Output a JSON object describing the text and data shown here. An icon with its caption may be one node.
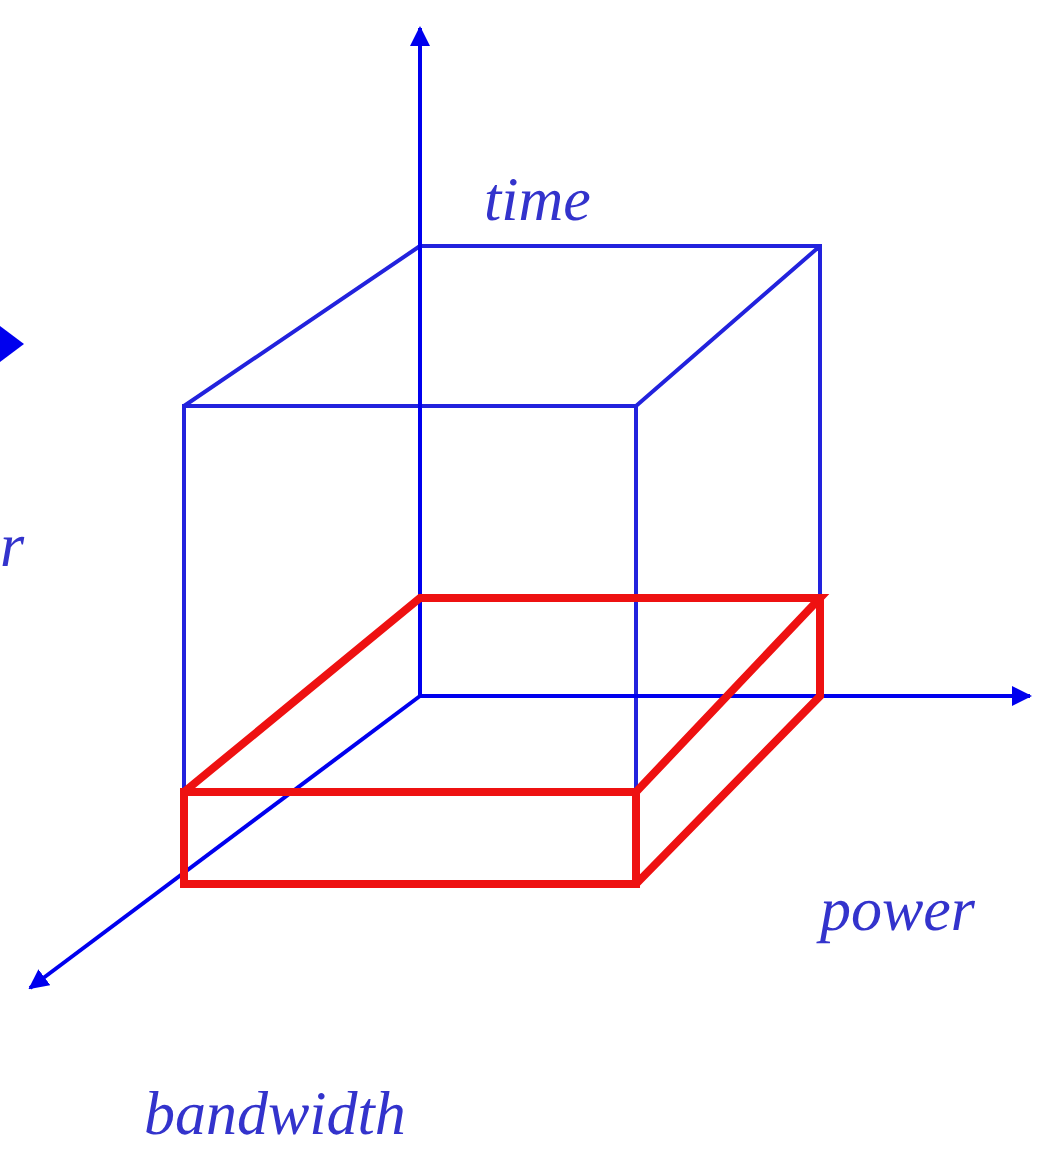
{
  "diagram": {
    "labels": [
      "time",
      "r",
      "power",
      "bandwidth"
    ]
  }
}
